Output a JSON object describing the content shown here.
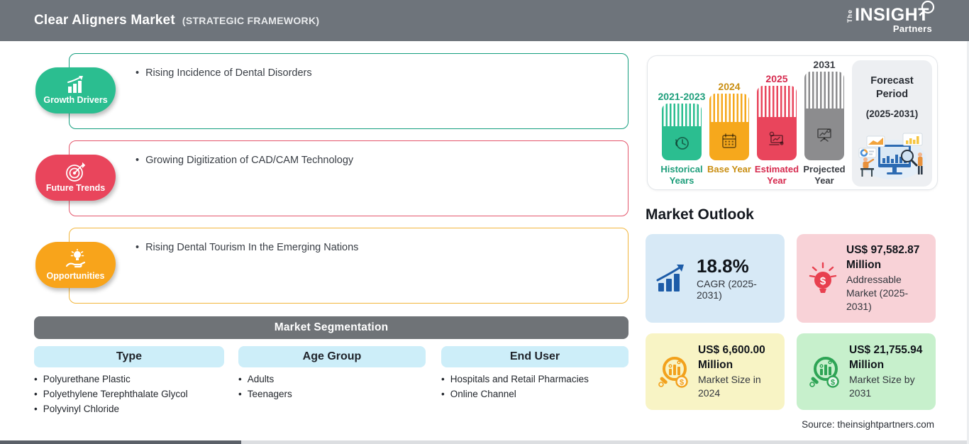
{
  "header": {
    "title": "Clear Aligners Market",
    "subtitle": "(STRATEGIC FRAMEWORK)",
    "logo": {
      "the": "The",
      "insight": "INSIGHT",
      "partners": "Partners"
    }
  },
  "framework": {
    "sections": [
      {
        "label": "Growth Drivers",
        "icon": "growth-chart-icon",
        "badge_color": "#2BBE90",
        "border_color": "#149E7E",
        "bullets": [
          "Rising Incidence of Dental Disorders"
        ]
      },
      {
        "label": "Future Trends",
        "icon": "target-icon",
        "badge_color": "#E9455C",
        "border_color": "#E4566B",
        "bullets": [
          "Growing Digitization of CAD/CAM Technology"
        ]
      },
      {
        "label": "Opportunities",
        "icon": "hand-bulb-icon",
        "badge_color": "#F8A41B",
        "border_color": "#F2B63C",
        "bullets": [
          "Rising Dental Tourism In the Emerging Nations"
        ]
      }
    ]
  },
  "segmentation": {
    "title": "Market Segmentation",
    "columns": [
      {
        "header": "Type",
        "items": [
          "Polyurethane Plastic",
          "Polyethylene Terephthalate Glycol",
          "Polyvinyl Chloride"
        ]
      },
      {
        "header": "Age Group",
        "items": [
          "Adults",
          "Teenagers"
        ]
      },
      {
        "header": "End User",
        "items": [
          "Hospitals and Retail Pharmacies",
          "Online Channel"
        ]
      }
    ]
  },
  "timeline": {
    "bars": [
      {
        "year": "2021-2023",
        "label": "Historical Years",
        "color": "#2BBE90",
        "text_color": "#1E9E7B",
        "icon": "clock-history-icon"
      },
      {
        "year": "2024",
        "label": "Base Year",
        "color": "#F6A81C",
        "text_color": "#C98E12",
        "icon": "calendar-icon"
      },
      {
        "year": "2025",
        "label": "Estimated Year",
        "color": "#E9455C",
        "text_color": "#D62A4E",
        "icon": "laptop-analysis-icon"
      },
      {
        "year": "2031",
        "label": "Projected Year",
        "color": "#8C8C8E",
        "text_color": "#3C3F45",
        "icon": "presentation-chart-icon"
      }
    ],
    "forecast": {
      "title": "Forecast Period",
      "range": "(2025-2031)"
    }
  },
  "outlook": {
    "title": "Market Outlook",
    "cards": [
      {
        "value": "18.8%",
        "desc": "CAGR (2025-2031)",
        "bg": "#D7E9F6",
        "icon": "bar-chart-arrow-icon",
        "icon_color": "#1D5CA8"
      },
      {
        "value": "US$ 97,582.87 Million",
        "desc": "Addressable Market (2025-2031)",
        "bg": "#F8D2D7",
        "icon": "bulb-dollar-icon",
        "icon_color": "#E8404F"
      },
      {
        "value": "US$ 6,600.00 Million",
        "desc": "Market Size in 2024",
        "bg": "#F8F4C5",
        "icon": "magnifier-chart-icon",
        "icon_color": "#F2A11C"
      },
      {
        "value": "US$ 21,755.94 Million",
        "desc": "Market Size by 2031",
        "bg": "#C7F0CC",
        "icon": "magnifier-chart-icon",
        "icon_color": "#2EA455"
      }
    ],
    "source": "Source: theinsightpartners.com"
  }
}
